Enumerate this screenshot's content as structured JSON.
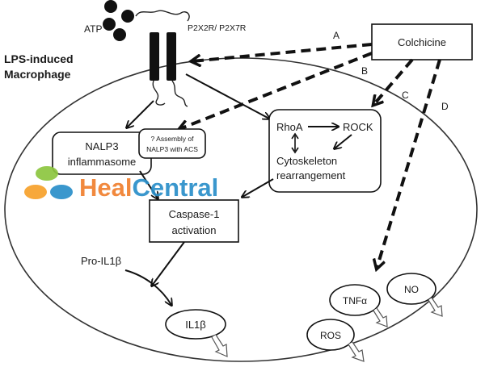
{
  "labels": {
    "atp": "ATP",
    "receptor": "P2X2R/ P2X7R",
    "cell": "LPS-induced",
    "cell_line2": "Macrophage",
    "colchicine": "Colchicine",
    "route_a": "A",
    "route_b": "B",
    "route_c": "C",
    "route_d": "D",
    "nalp3_line1": "NALP3",
    "nalp3_line2": "inflammasome",
    "assembly_line1": "? Assembly of",
    "assembly_line2": "NALP3 with ACS",
    "rhoa": "RhoA",
    "rock": "ROCK",
    "cyto_line1": "Cytoskeleton",
    "cyto_line2": "rearrangement",
    "caspase_line1": "Caspase-1",
    "caspase_line2": "activation",
    "pro_il1b": "Pro-IL1β",
    "il1b": "IL1β",
    "tnfa": "TNFα",
    "no": "NO",
    "ros": "ROS"
  },
  "watermark": {
    "part1": "Heal",
    "part2": "Central",
    "color1": "#f07f2e",
    "color2": "#2a8fc9"
  },
  "colors": {
    "ink": "#111111",
    "logo_green": "#8dc63f",
    "logo_orange": "#f7a12b",
    "logo_blue": "#2a8fc9"
  }
}
